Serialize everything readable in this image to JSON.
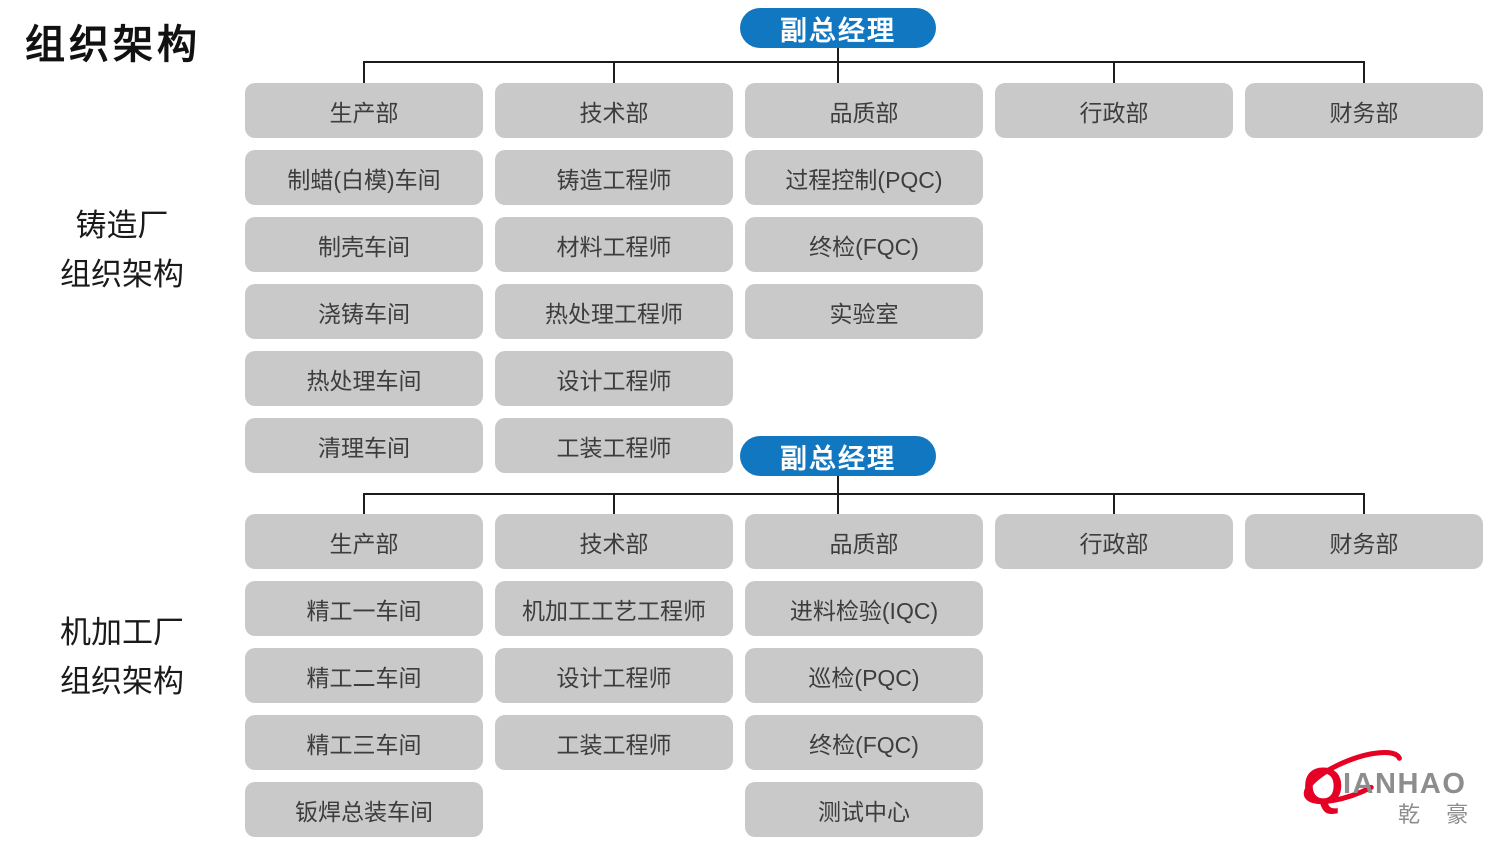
{
  "page_title": "组织架构",
  "charts": [
    {
      "side_label": {
        "line1": "铸造厂",
        "line2": "组织架构"
      },
      "root_label": "副总经理",
      "columns": [
        {
          "head": "生产部",
          "items": [
            "制蜡(白模)车间",
            "制壳车间",
            "浇铸车间",
            "热处理车间",
            "清理车间"
          ]
        },
        {
          "head": "技术部",
          "items": [
            "铸造工程师",
            "材料工程师",
            "热处理工程师",
            "设计工程师",
            "工装工程师"
          ]
        },
        {
          "head": "品质部",
          "items": [
            "过程控制(PQC)",
            "终检(FQC)",
            "实验室"
          ]
        },
        {
          "head": "行政部",
          "items": []
        },
        {
          "head": "财务部",
          "items": []
        }
      ]
    },
    {
      "side_label": {
        "line1": "机加工厂",
        "line2": "组织架构"
      },
      "root_label": "副总经理",
      "columns": [
        {
          "head": "生产部",
          "items": [
            "精工一车间",
            "精工二车间",
            "精工三车间",
            "钣焊总装车间"
          ]
        },
        {
          "head": "技术部",
          "items": [
            "机加工工艺工程师",
            "设计工程师",
            "工装工程师"
          ]
        },
        {
          "head": "品质部",
          "items": [
            "进料检验(IQC)",
            "巡检(PQC)",
            "终检(FQC)",
            "测试中心"
          ]
        },
        {
          "head": "行政部",
          "items": []
        },
        {
          "head": "财务部",
          "items": []
        }
      ]
    }
  ],
  "logo": {
    "initial": "Q",
    "rest": "IANHAO",
    "cn": "乾 豪"
  },
  "colors": {
    "pill_blue": "#1177c0",
    "box_gray": "#c9c9c9",
    "box_text": "#3d3d3d",
    "line_black": "#1c1c1c",
    "logo_red": "#e50024",
    "logo_gray": "#8d8d8d"
  }
}
